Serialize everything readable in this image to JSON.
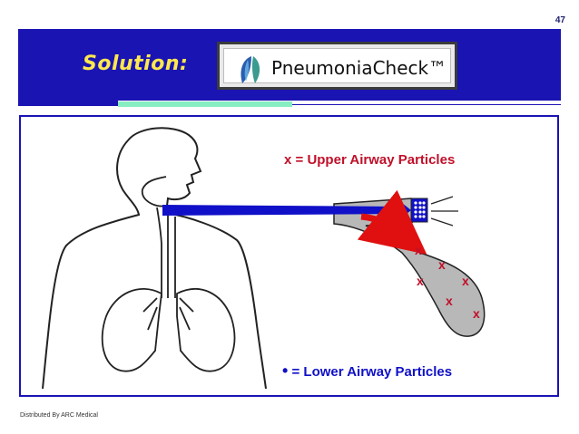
{
  "slide": {
    "number": "47"
  },
  "header": {
    "title": "Solution:"
  },
  "logo": {
    "text": "PneumoniaCheck™"
  },
  "figure": {
    "legend_upper_symbol": "x",
    "legend_upper_text": " = Upper Airway Particles",
    "legend_lower_symbol": "•",
    "legend_lower_text": " = Lower Airway Particles",
    "particle_mark": "x"
  },
  "footer": {
    "text": "Distributed By ARC Medical"
  },
  "colors": {
    "band": "#1a14b3",
    "title": "#ffe84d",
    "accent_green": "#86eec0",
    "arrow_blue": "#1010c8",
    "arrow_red": "#e01010",
    "particle": "#c0102a"
  }
}
